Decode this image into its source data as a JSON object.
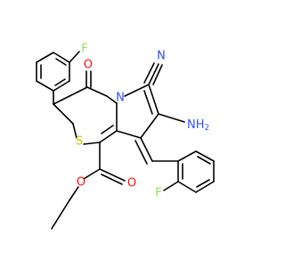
{
  "molecule": {
    "atom_labels": {
      "F1": "F",
      "O_ketone": "O",
      "N_ring": "N",
      "N_nitrile": "N",
      "S": "S",
      "NH2": "NH",
      "NH2_sub": "2",
      "O_carbonyl": "O",
      "O_ester": "O",
      "F2": "F"
    },
    "colors": {
      "F": "#90e050",
      "O": "#ff0d0d",
      "N": "#3050f8",
      "S": "#c6c600",
      "bond": "#000000"
    }
  }
}
